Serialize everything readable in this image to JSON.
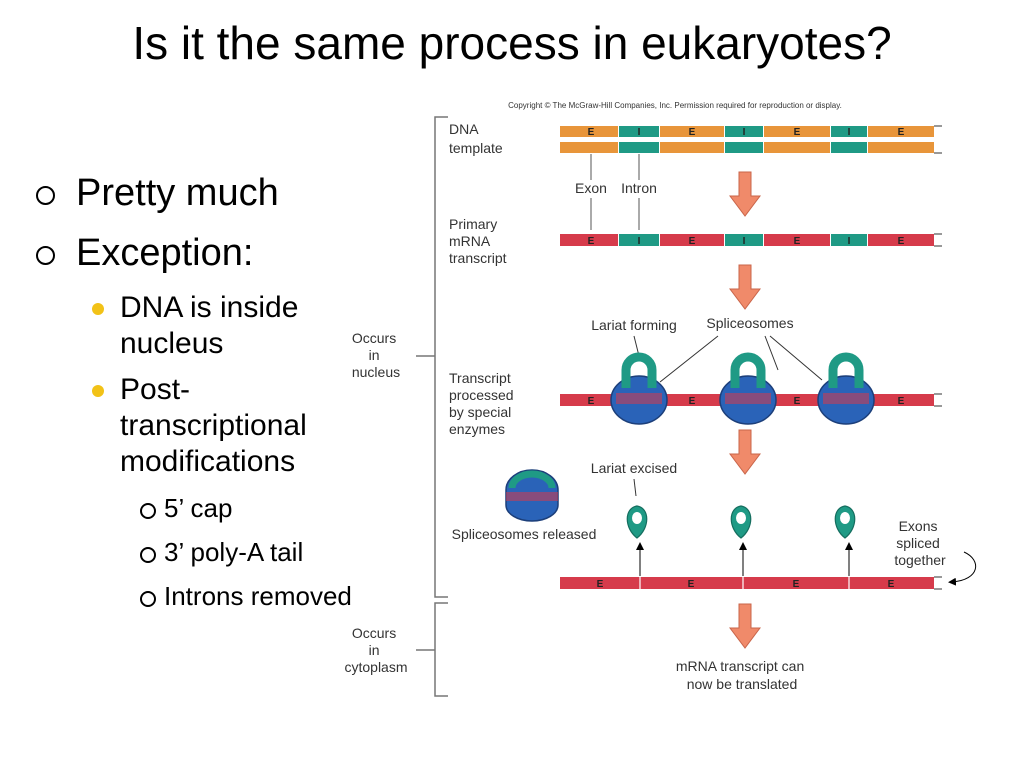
{
  "title": "Is it the same process in eukaryotes?",
  "bullets": {
    "pretty_much": "Pretty much",
    "exception": "Exception:",
    "dna_inside": "DNA is inside nucleus",
    "post": "Post-transcriptional modifications",
    "cap": "5’ cap",
    "polya": "3’ poly-A tail",
    "introns": "Introns removed"
  },
  "diagram": {
    "copyright": "Copyright © The McGraw-Hill Companies, Inc. Permission required for reproduction or display.",
    "dna_template": [
      "DNA",
      "template"
    ],
    "exon": "Exon",
    "intron": "Intron",
    "primary": [
      "Primary",
      "mRNA",
      "transcript"
    ],
    "occurs_nucleus": [
      "Occurs",
      "in",
      "nucleus"
    ],
    "lariat_forming": "Lariat forming",
    "spliceosomes": "Spliceosomes",
    "transcript_processed": [
      "Transcript",
      "processed",
      "by special",
      "enzymes"
    ],
    "lariat_excised": "Lariat excised",
    "spliceosomes_released": "Spliceosomes released",
    "exons_spliced": [
      "Exons",
      "spliced",
      "together"
    ],
    "occurs_cytoplasm": [
      "Occurs",
      "in",
      "cytoplasm"
    ],
    "mrna_translated": [
      "mRNA transcript can",
      "now be translated"
    ],
    "exon_letter": "E",
    "intron_letter": "I"
  },
  "colors": {
    "exon_dna": "#e8953a",
    "intron_dna": "#1f9a85",
    "exon_rna": "#d63b4b",
    "arrow": "#f08a6a",
    "spliceosome": "#2a63b8",
    "bullet_dot": "#f2c217"
  }
}
